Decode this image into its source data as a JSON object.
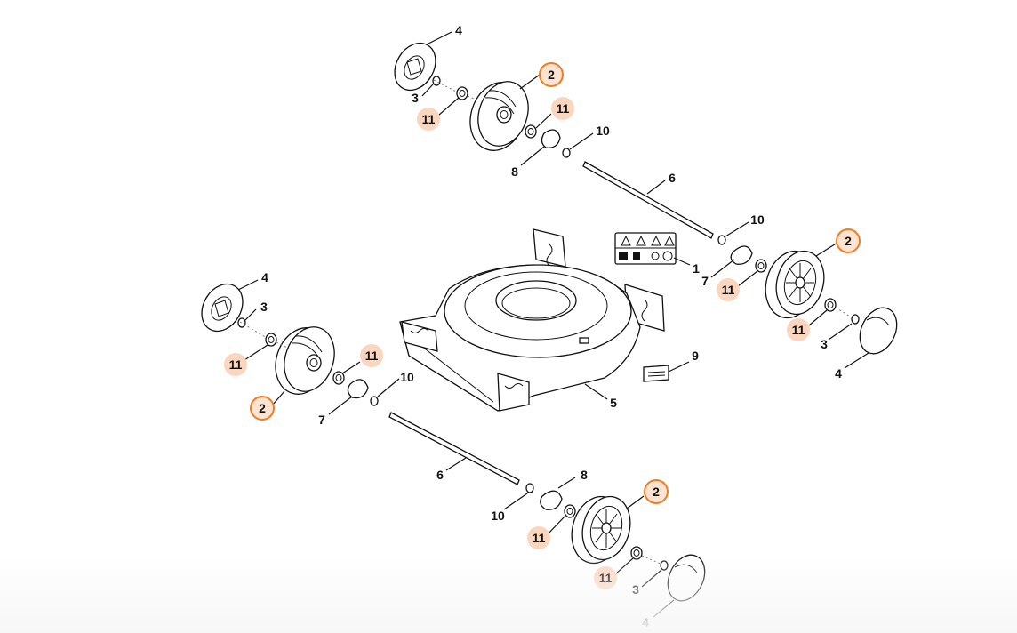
{
  "diagram": {
    "accent_color": "#ef7d22",
    "highlight_fill": "#fbd6bf",
    "parts": [
      "1",
      "2",
      "3",
      "4",
      "5",
      "6",
      "7",
      "8",
      "9",
      "10",
      "11"
    ],
    "highlighted_parts": [
      "2",
      "11"
    ],
    "callouts": [
      {
        "id": "4"
      },
      {
        "id": "3"
      },
      {
        "id": "11"
      },
      {
        "id": "2"
      },
      {
        "id": "11"
      },
      {
        "id": "10"
      },
      {
        "id": "8"
      },
      {
        "id": "6"
      },
      {
        "id": "10"
      },
      {
        "id": "2"
      },
      {
        "id": "1"
      },
      {
        "id": "7"
      },
      {
        "id": "11"
      },
      {
        "id": "4"
      },
      {
        "id": "3"
      },
      {
        "id": "11"
      },
      {
        "id": "11"
      },
      {
        "id": "10"
      },
      {
        "id": "2"
      },
      {
        "id": "7"
      },
      {
        "id": "11"
      },
      {
        "id": "3"
      },
      {
        "id": "4"
      },
      {
        "id": "9"
      },
      {
        "id": "5"
      },
      {
        "id": "6"
      },
      {
        "id": "8"
      },
      {
        "id": "2"
      },
      {
        "id": "10"
      },
      {
        "id": "11"
      },
      {
        "id": "11"
      },
      {
        "id": "3"
      },
      {
        "id": "4"
      }
    ]
  }
}
